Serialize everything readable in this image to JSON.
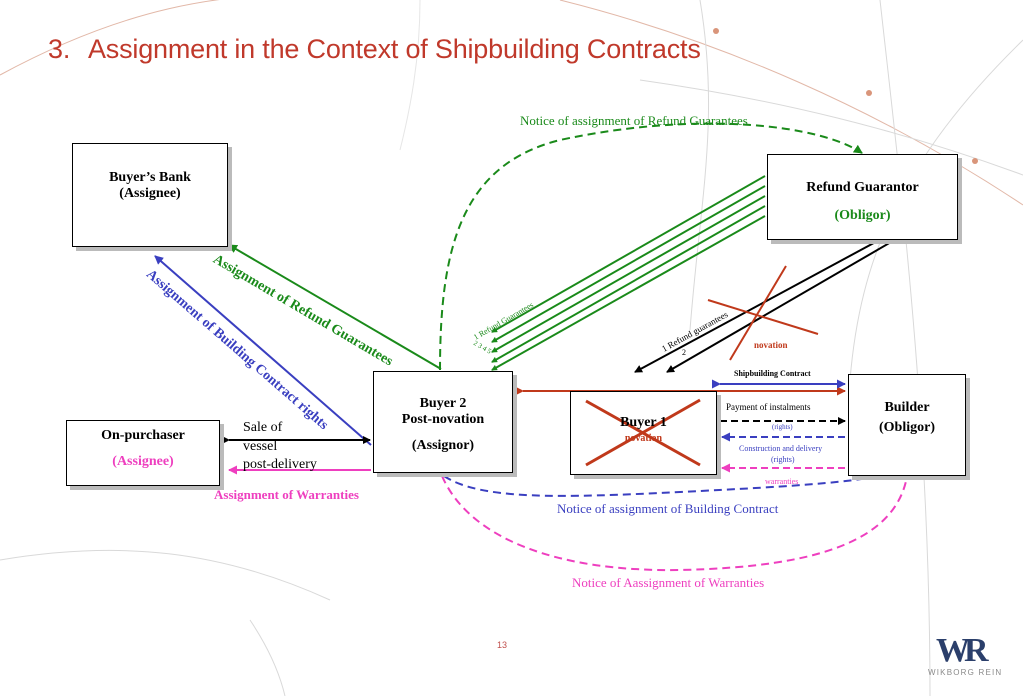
{
  "title": {
    "number": "3.",
    "text": "Assignment in the Context of Shipbuilding Contracts"
  },
  "boxes": {
    "buyers_bank": {
      "line1": "Buyer’s Bank",
      "line2": "(Assignee)"
    },
    "on_purchaser": {
      "line1": "On-purchaser",
      "line2": "(Assignee)"
    },
    "buyer2": {
      "line1": "Buyer 2",
      "line2": "Post-novation",
      "line3": "(Assignor)"
    },
    "buyer1": {
      "line1": "Buyer 1",
      "line2": "novation"
    },
    "refund_guarantor": {
      "line1": "Refund Guarantor",
      "line2": "(Obligor)"
    },
    "builder": {
      "line1": "Builder",
      "line2": "(Obligor)"
    }
  },
  "labels": {
    "notice_rg": "Notice of assignment of Refund Guarantees",
    "assign_rg": "Assignment of Refund Guarantees",
    "assign_bc": "Assignment of Building Contract rights",
    "sale_1": "Sale of",
    "sale_2": "vessel",
    "sale_3": "post-delivery",
    "assign_warranties": "Assignment of Warranties",
    "notice_bc": "Notice of assignment of Building Contract",
    "notice_warranties": "Notice of Aassignment of Warranties",
    "rg_multi": "1 Refund Guarantees",
    "rg_multi_nums": "2  3  4  5",
    "rg_single": "1 Refund guarantees",
    "rg_single_num": "2",
    "novation_top": "novation",
    "shipbuilding_contract": "Shipbuilding Contract",
    "payment": "Payment of instalments",
    "rights1": "(rights)",
    "construction": "Construction and delivery",
    "rights2": "(rights)",
    "warranties": "warranties"
  },
  "page_number": "13",
  "logo": {
    "mark": "WR",
    "text": "WIKBORG REIN"
  },
  "colors": {
    "title": "#c0392b",
    "green": "#1a8a1a",
    "blue": "#3a3fc0",
    "magenta": "#ee3fbf",
    "red": "#c0391b",
    "black": "#000000"
  }
}
